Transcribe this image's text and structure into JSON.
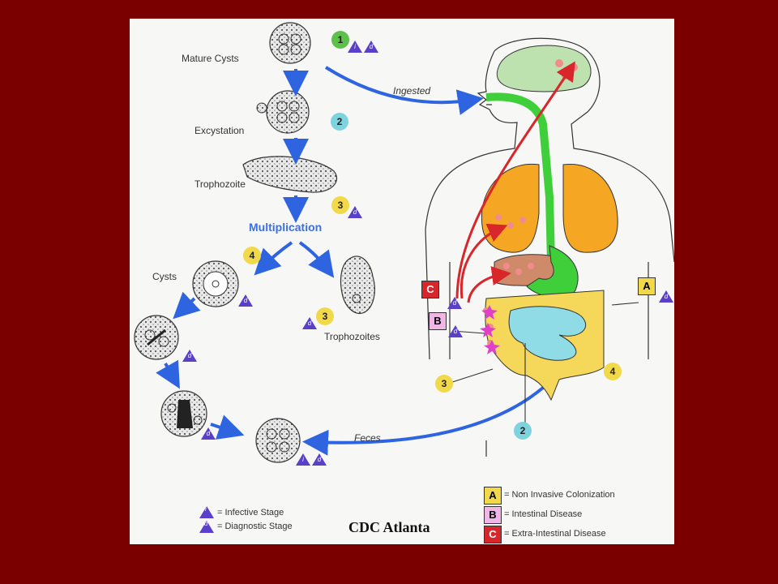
{
  "labels": {
    "mature_cysts": "Mature Cysts",
    "excystation": "Excystation",
    "trophozoite": "Trophozoite",
    "multiplication": "Multiplication",
    "cysts": "Cysts",
    "trophozoites": "Trophozoites",
    "ingested": "Ingested",
    "feces": "Feces"
  },
  "stage_numbers": {
    "n1": "1",
    "n2": "2",
    "n3": "3",
    "n4": "4",
    "body_n2": "2",
    "body_n3": "3",
    "body_n4": "4"
  },
  "tri_letters": {
    "i": "i",
    "d": "d"
  },
  "disease_letters": {
    "A": "A",
    "B": "B",
    "C": "C"
  },
  "stage_legend": {
    "infective": "= Infective Stage",
    "diagnostic": "= Diagnostic Stage"
  },
  "disease_legend": {
    "A": "= Non Invasive Colonization",
    "B": "= Intestinal Disease",
    "C": "= Extra-Intestinal Disease"
  },
  "credit": "CDC Atlanta",
  "colors": {
    "background": "#7a0000",
    "stage1": "#5cc04a",
    "stage2": "#7fd3de",
    "stage3_4": "#f2d94a",
    "A": "#f2d94a",
    "B": "#f0b6e6",
    "C": "#d8262b",
    "triangle": "#5a3fc8",
    "arrow": "#2f64e0",
    "infection_arrow": "#d8262b"
  }
}
